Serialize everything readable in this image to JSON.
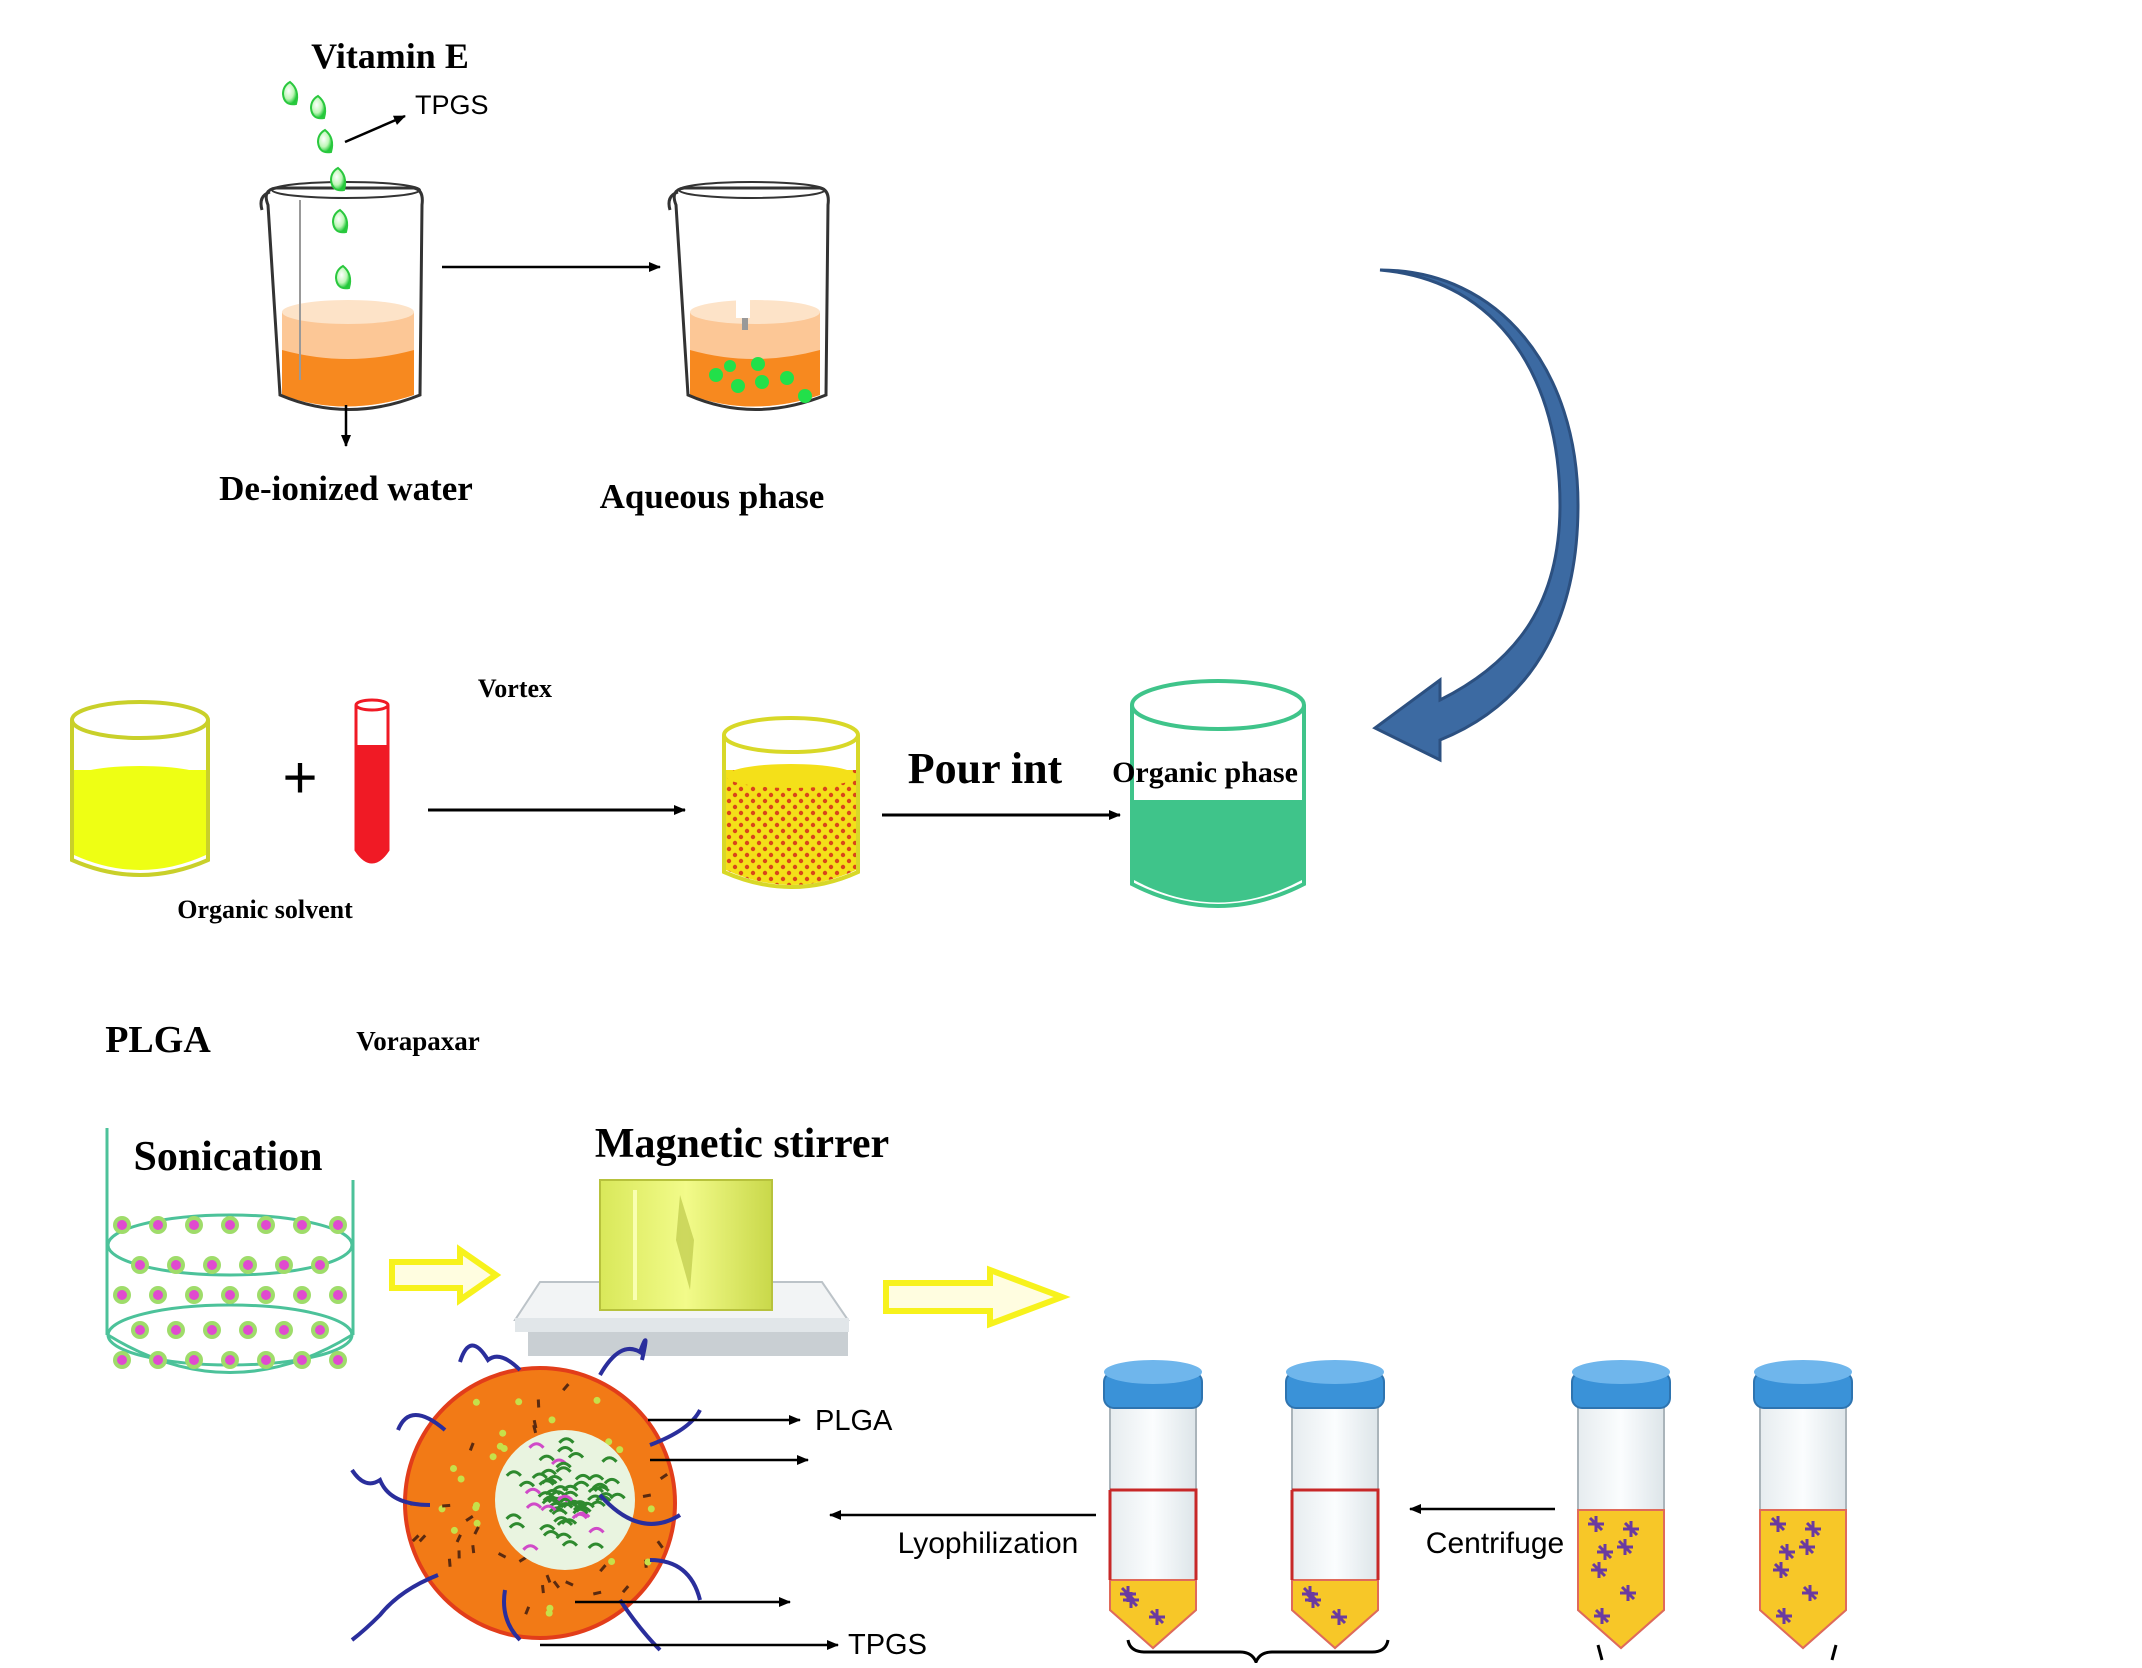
{
  "labels": {
    "vitamin_e": "Vitamin E",
    "tpgs_top": "TPGS",
    "deionized_water": "De-ionized water",
    "aqueous_phase": "Aqueous phase",
    "vortex": "Vortex",
    "pour_into": "Pour int",
    "organic_phase": "Organic phase",
    "organic_solvent": "Organic solvent",
    "plus": "+",
    "plga_top": "PLGA",
    "vorapaxar": "Vorapaxar",
    "sonication": "Sonication",
    "magnetic_stirrer": "Magnetic stirrer",
    "plga_np": "PLGA",
    "tpgs_np": "TPGS",
    "lyophilization": "Lyophilization",
    "centrifuge": "Centrifuge"
  },
  "colors": {
    "orange_liquid": "#f7891f",
    "orange_light": "#fcc796",
    "green_drop": "#22e04a",
    "yellow_liquid": "#eeff14",
    "red_tube": "#f01a25",
    "teal_phase": "#3fc48a",
    "blue_arrow": "#3c6aa2",
    "hollow_arrow": "#f7f21c",
    "nanoparticle": "#f27a16",
    "tube_cap": "#3a92d8",
    "pellet": "#f7c728",
    "tube_line": "#c72828"
  }
}
